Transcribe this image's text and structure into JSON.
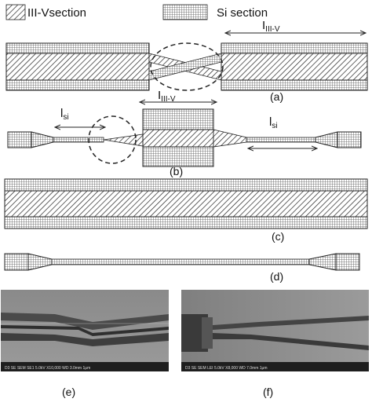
{
  "legend": {
    "iii_v_label": "III-Vsection",
    "si_label": "Si section"
  },
  "labels": {
    "l_iiiv_a": "I",
    "l_iiiv_a_sub": "III-V",
    "l_iiiv_b": "I",
    "l_iiiv_b_sub": "III-V",
    "l_si_left": "l",
    "l_si_left_sub": "si",
    "l_si_right": "l",
    "l_si_right_sub": "si"
  },
  "panels": {
    "a": "(a)",
    "b": "(b)",
    "c": "(c)",
    "d": "(d)",
    "e": "(e)",
    "f": "(f)"
  },
  "sem_e": {
    "info_bar": "D3      SE   SEM   SE1   5.0kV   X10,000   WD 3.0mm      1μm"
  },
  "sem_f": {
    "info_bar": "D3      SE   SEM   LEI   5.0kV   X8,000   WD 7.0mm      1μm"
  },
  "colors": {
    "line": "#222222",
    "sem_dark": "#3a3a3a",
    "sem_light": "#8d8d8d"
  }
}
